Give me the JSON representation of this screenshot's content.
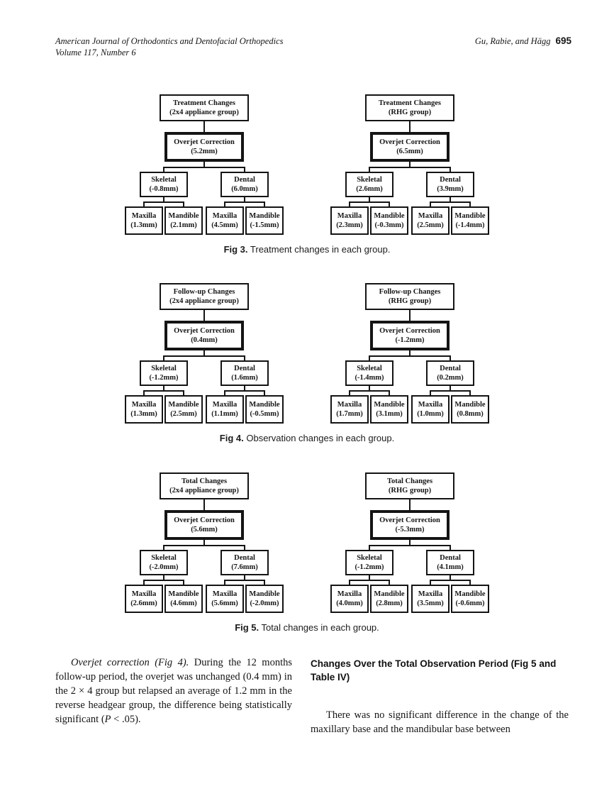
{
  "header": {
    "journal": "American Journal of Orthodontics and Dentofacial Orthopedics",
    "volume": "Volume 117, Number 6",
    "authors": "Gu, Rabie, and Hägg",
    "page_number": "695"
  },
  "figures": [
    {
      "caption_label": "Fig 3.",
      "caption_text": "Treatment changes in each group.",
      "trees": [
        {
          "root": [
            "Treatment Changes",
            "(2x4 appliance group)"
          ],
          "overjet": [
            "Overjet Correction",
            "(5.2mm)"
          ],
          "branches": [
            {
              "node": [
                "Skeletal",
                "(-0.8mm)"
              ],
              "leaves": [
                [
                  "Maxilla",
                  "(1.3mm)"
                ],
                [
                  "Mandible",
                  "(2.1mm)"
                ]
              ]
            },
            {
              "node": [
                "Dental",
                "(6.0mm)"
              ],
              "leaves": [
                [
                  "Maxilla",
                  "(4.5mm)"
                ],
                [
                  "Mandible",
                  "(-1.5mm)"
                ]
              ]
            }
          ]
        },
        {
          "root": [
            "Treatment Changes",
            "(RHG group)"
          ],
          "overjet": [
            "Overjet Correction",
            "(6.5mm)"
          ],
          "branches": [
            {
              "node": [
                "Skeletal",
                "(2.6mm)"
              ],
              "leaves": [
                [
                  "Maxilla",
                  "(2.3mm)"
                ],
                [
                  "Mandible",
                  "(-0.3mm)"
                ]
              ]
            },
            {
              "node": [
                "Dental",
                "(3.9mm)"
              ],
              "leaves": [
                [
                  "Maxilla",
                  "(2.5mm)"
                ],
                [
                  "Mandible",
                  "(-1.4mm)"
                ]
              ]
            }
          ]
        }
      ]
    },
    {
      "caption_label": "Fig 4.",
      "caption_text": "Observation changes in each group.",
      "trees": [
        {
          "root": [
            "Follow-up Changes",
            "(2x4 appliance group)"
          ],
          "overjet": [
            "Overjet Correction",
            "(0.4mm)"
          ],
          "branches": [
            {
              "node": [
                "Skeletal",
                "(-1.2mm)"
              ],
              "leaves": [
                [
                  "Maxilla",
                  "(1.3mm)"
                ],
                [
                  "Mandible",
                  "(2.5mm)"
                ]
              ]
            },
            {
              "node": [
                "Dental",
                "(1.6mm)"
              ],
              "leaves": [
                [
                  "Maxilla",
                  "(1.1mm)"
                ],
                [
                  "Mandible",
                  "(-0.5mm)"
                ]
              ]
            }
          ]
        },
        {
          "root": [
            "Follow-up Changes",
            "(RHG group)"
          ],
          "overjet": [
            "Overjet Correction",
            "(-1.2mm)"
          ],
          "branches": [
            {
              "node": [
                "Skeletal",
                "(-1.4mm)"
              ],
              "leaves": [
                [
                  "Maxilla",
                  "(1.7mm)"
                ],
                [
                  "Mandible",
                  "(3.1mm)"
                ]
              ]
            },
            {
              "node": [
                "Dental",
                "(0.2mm)"
              ],
              "leaves": [
                [
                  "Maxilla",
                  "(1.0mm)"
                ],
                [
                  "Mandible",
                  "(0.8mm)"
                ]
              ]
            }
          ]
        }
      ]
    },
    {
      "caption_label": "Fig 5.",
      "caption_text": "Total changes in each group.",
      "trees": [
        {
          "root": [
            "Total Changes",
            "(2x4 appliance group)"
          ],
          "overjet": [
            "Overjet Correction",
            "(5.6mm)"
          ],
          "branches": [
            {
              "node": [
                "Skeletal",
                "(-2.0mm)"
              ],
              "leaves": [
                [
                  "Maxilla",
                  "(2.6mm)"
                ],
                [
                  "Mandible",
                  "(4.6mm)"
                ]
              ]
            },
            {
              "node": [
                "Dental",
                "(7.6mm)"
              ],
              "leaves": [
                [
                  "Maxilla",
                  "(5.6mm)"
                ],
                [
                  "Mandible",
                  "(-2.0mm)"
                ]
              ]
            }
          ]
        },
        {
          "root": [
            "Total Changes",
            "(RHG group)"
          ],
          "overjet": [
            "Overjet Correction",
            "(-5.3mm)"
          ],
          "branches": [
            {
              "node": [
                "Skeletal",
                "(-1.2mm)"
              ],
              "leaves": [
                [
                  "Maxilla",
                  "(4.0mm)"
                ],
                [
                  "Mandible",
                  "(2.8mm)"
                ]
              ]
            },
            {
              "node": [
                "Dental",
                "(4.1mm)"
              ],
              "leaves": [
                [
                  "Maxilla",
                  "(3.5mm)"
                ],
                [
                  "Mandible",
                  "(-0.6mm)"
                ]
              ]
            }
          ]
        }
      ]
    }
  ],
  "body": {
    "left": {
      "lead_italic": "Overjet correction (Fig 4).",
      "text_a": " During the 12 months follow-up period, the overjet was unchanged (0.4 mm) in the 2 × 4 group but relapsed an average of 1.2 mm in the reverse headgear group, the difference being statistically significant (",
      "p_italic": "P",
      "text_b": " < .05)."
    },
    "right": {
      "heading": "Changes Over the Total Observation Period (Fig 5 and Table IV)",
      "paragraph": "There was no significant difference in the change of the maxillary base and the mandibular base between"
    }
  },
  "colors": {
    "ink": "#141414",
    "paper": "#ffffff"
  }
}
